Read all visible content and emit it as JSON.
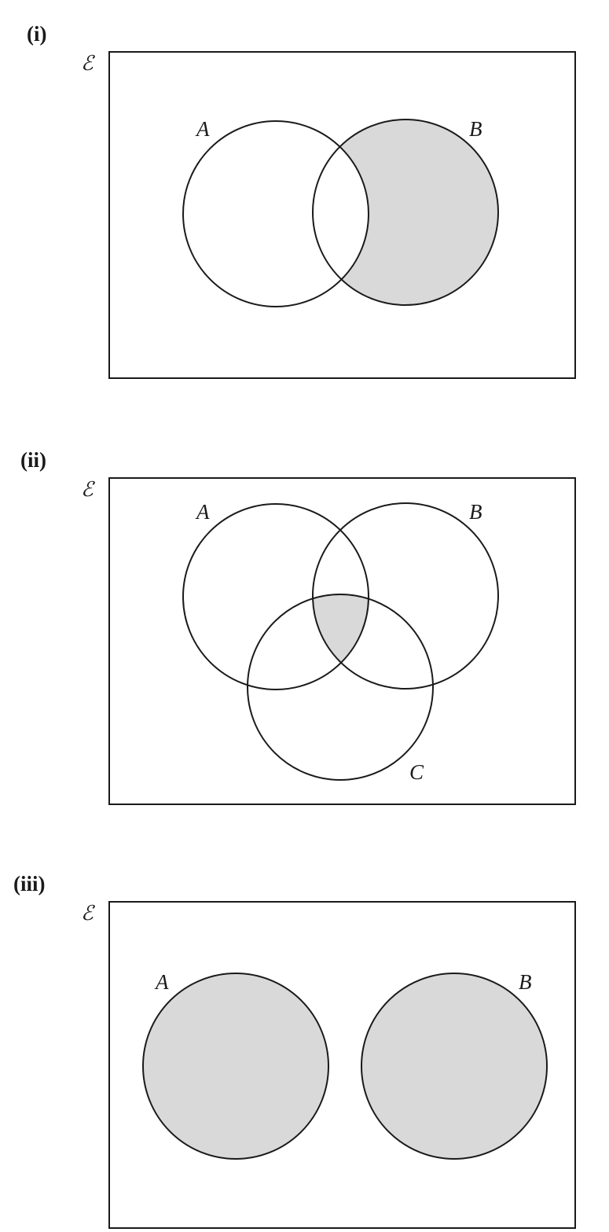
{
  "universal_symbol": "ℰ",
  "parts": [
    {
      "label": "(i)",
      "sets": [
        "A",
        "B"
      ],
      "shaded_region": "B only"
    },
    {
      "label": "(ii)",
      "sets": [
        "A",
        "B",
        "C"
      ],
      "shaded_region": "A ∩ B ∩ C"
    },
    {
      "label": "(iii)",
      "sets": [
        "A",
        "B"
      ],
      "shaded_region": "A and B (disjoint)"
    }
  ],
  "colors": {
    "shade": "#d9d9d9",
    "stroke": "#1a1a1a",
    "background": "#ffffff"
  }
}
